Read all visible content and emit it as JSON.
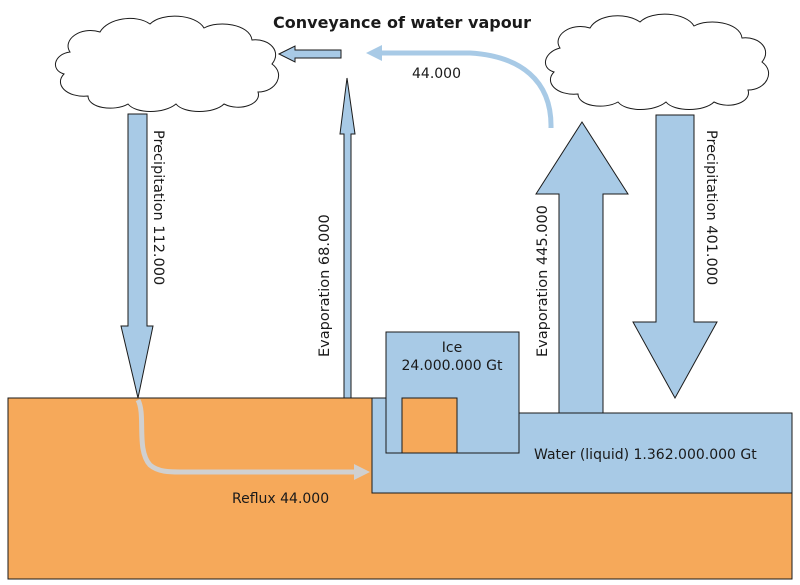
{
  "title": "Conveyance of water vapour",
  "transport_value": "44.000",
  "labels": {
    "precip_left": "Precipitation 112.000",
    "evap_left": "Evaporation 68.000",
    "evap_right": "Evaporation 445.000",
    "precip_right": "Precipitation 401.000",
    "ice_name": "Ice",
    "ice_amount": "24.000.000 Gt",
    "water": "Water (liquid) 1.362.000.000 Gt",
    "reflux": "Reflux 44.000"
  },
  "colors": {
    "land": "#f6a95a",
    "water": "#a8cae6",
    "arrow_fill": "#a8cae6",
    "outline": "#1a1a1a",
    "reflux": "#d0d0d0",
    "cloud": "#ffffff"
  }
}
